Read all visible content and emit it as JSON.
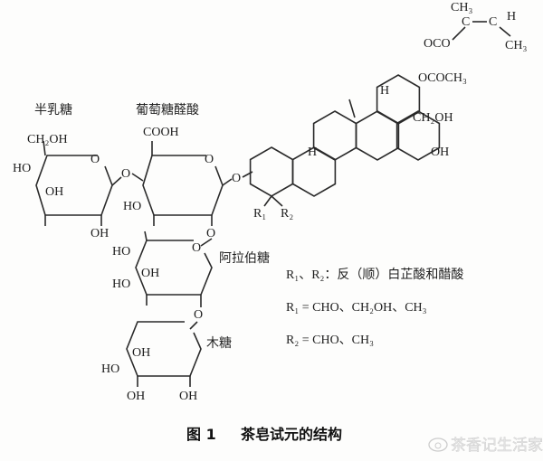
{
  "labels": {
    "galactose": "半乳糖",
    "glucuronic_acid": "葡萄糖醛酸",
    "arabinose": "阿拉伯糖",
    "xylose": "木糖"
  },
  "groups": {
    "ch2oh": "CH₂OH",
    "cooh": "COOH",
    "ho": "HO",
    "oh": "OH",
    "o": "O",
    "h": "H",
    "oco": "OCO",
    "ococh3": "OCOCH₃",
    "ch3": "CH₃",
    "c1": "C",
    "c2": "C",
    "r1": "R₁",
    "r2": "R₂"
  },
  "legend": {
    "line1": "R₁、R₂：反（顺）白芷酸和醋酸",
    "line2": "R₁ = CHO、CH₂OH、CH₃",
    "line3": "R₂ = CHO、CH₃"
  },
  "caption": {
    "figure": "图 1",
    "title": "茶皂试元的结构"
  },
  "watermark": "茶香记生活家"
}
